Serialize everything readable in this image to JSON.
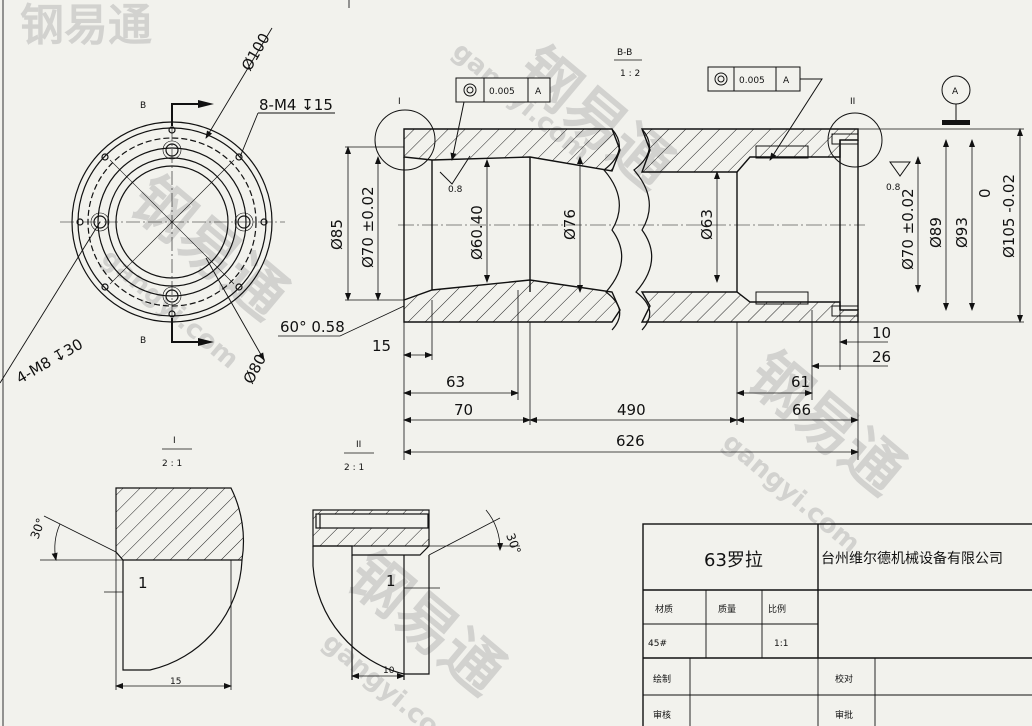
{
  "front_view": {
    "section_label": "B",
    "section_label_bottom": "B",
    "dim_outer_dia": "Ø100",
    "dim_bolt_holes": "8-M4 ↧15",
    "dim_tapped_holes": "4-M8 ↧30",
    "dim_pcd": "Ø80"
  },
  "section_view": {
    "title": "B-B",
    "scale": "1 : 2",
    "detail_I_marker": "I",
    "detail_II_marker": "II",
    "datum": "A",
    "tolerance_left": {
      "symbol": "◎",
      "value": "0.005",
      "datum": "A"
    },
    "tolerance_right": {
      "symbol": "◎",
      "value": "0.005",
      "datum": "A"
    },
    "roughness_left": "0.8",
    "roughness_right": "0.8",
    "chamfer_note": "60° 0.58",
    "diameters": {
      "d85": "Ø85",
      "d70_left": "Ø70 ±0.02",
      "d60_40": "Ø60.40",
      "d76": "Ø76",
      "d63": "Ø63",
      "d70_right": "Ø70 ±0.02",
      "d89": "Ø89",
      "d93": "Ø93",
      "d105": "Ø105 -0.02",
      "d105_tol_upper": "0"
    },
    "lengths": {
      "l15": "15",
      "l63": "63",
      "l70": "70",
      "l490": "490",
      "l626": "626",
      "l61": "61",
      "l66": "66",
      "l10": "10",
      "l26": "26"
    }
  },
  "detail_I": {
    "label": "I",
    "scale": "2 : 1",
    "angle": "30°",
    "dim_small": "1",
    "dim_width": "15"
  },
  "detail_II": {
    "label": "II",
    "scale": "2 : 1",
    "angle": "30°",
    "dim_small": "1",
    "dim_width": "10"
  },
  "title_block": {
    "part_name": "63罗拉",
    "company": "台州维尔德机械设备有限公司",
    "material_label": "材质",
    "weight_label": "质量",
    "scale_label": "比例",
    "material_value": "45#",
    "weight_value": "",
    "scale_value": "1:1",
    "drawn_label": "绘制",
    "check_label": "校对",
    "review_label": "审核",
    "approve_label": "审批"
  },
  "watermark": {
    "text_cn": "钢易通",
    "text_en": "gangyi.com"
  }
}
